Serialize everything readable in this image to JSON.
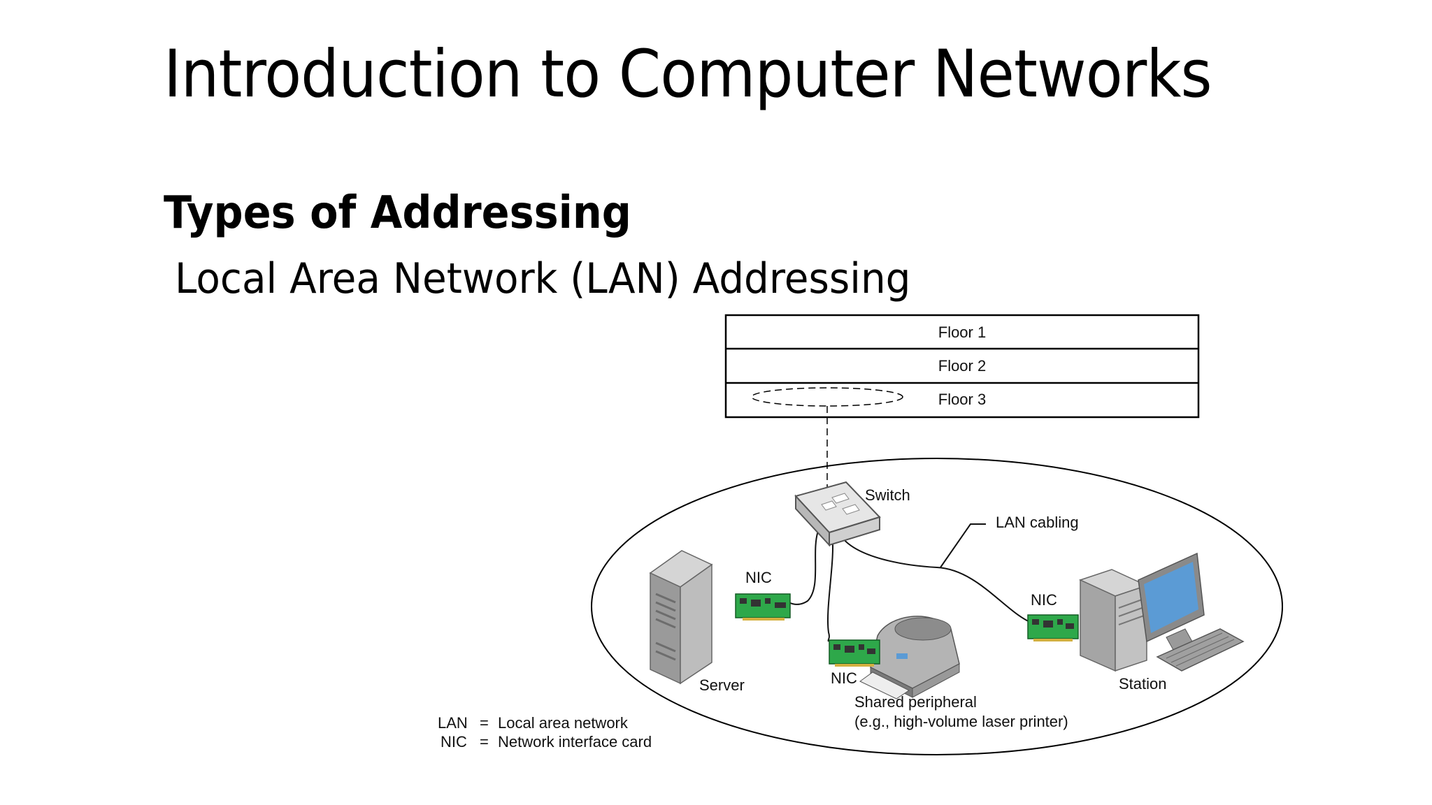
{
  "slide": {
    "title": "Introduction to Computer Networks",
    "heading": "Types of Addressing",
    "subheading": "Local Area Network (LAN) Addressing"
  },
  "diagram": {
    "floors": [
      "Floor 1",
      "Floor 2",
      "Floor 3"
    ],
    "labels": {
      "switch": "Switch",
      "lan_cabling": "LAN cabling",
      "nic_server": "NIC",
      "nic_printer": "NIC",
      "nic_station": "NIC",
      "server": "Server",
      "station": "Station",
      "peripheral_line1": "Shared peripheral",
      "peripheral_line2": "(e.g., high-volume laser printer)"
    },
    "legend": [
      {
        "abbr": "LAN",
        "eq": "=",
        "meaning": "Local area network"
      },
      {
        "abbr": "NIC",
        "eq": "=",
        "meaning": "Network interface card"
      }
    ],
    "colors": {
      "nic_board": "#2ea84a",
      "monitor_screen": "#5b9bd5",
      "device_gray": "#9a9a9a"
    }
  }
}
